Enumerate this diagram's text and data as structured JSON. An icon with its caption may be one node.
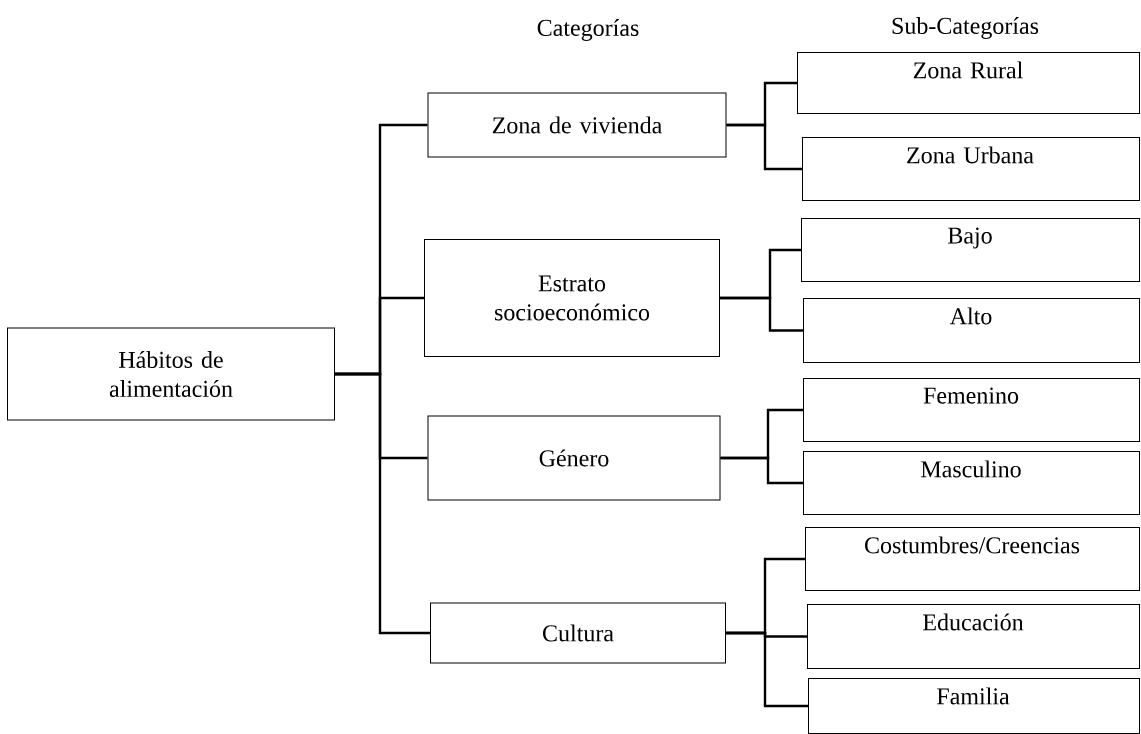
{
  "diagram": {
    "nodes": [
      {
        "text": [
          "Hábitos de alimentación"
        ]
      },
      {
        "text": [
          "Zona de vivienda"
        ]
      },
      {
        "text": [
          "Zona Rural"
        ]
      },
      {
        "text": [
          "Zona Urbana"
        ]
      },
      {
        "text": [
          "Estrato socioeconómico"
        ]
      },
      {
        "text": [
          "Bajo"
        ]
      },
      {
        "text": [
          "Alto"
        ]
      },
      {
        "text": [
          "Género"
        ]
      },
      {
        "text": [
          "Femenino"
        ]
      },
      {
        "text": [
          "Masculino"
        ]
      },
      {
        "text": [
          "Cultura"
        ]
      },
      {
        "text": [
          "Costumbres/Creencias"
        ]
      },
      {
        "text": [
          "Educación"
        ]
      },
      {
        "text": [
          "Familia"
        ]
      }
    ],
    "edges": [
      {
        "from": 0,
        "to": 1,
        "arrow": "none"
      },
      {
        "from": 0,
        "to": 4,
        "arrow": "none"
      },
      {
        "from": 0,
        "to": 7,
        "arrow": "none"
      },
      {
        "from": 0,
        "to": 10,
        "arrow": "none"
      },
      {
        "from": 1,
        "to": 2,
        "arrow": "none"
      },
      {
        "from": 1,
        "to": 3,
        "arrow": "none"
      },
      {
        "from": 4,
        "to": 5,
        "arrow": "none"
      },
      {
        "from": 4,
        "to": 6,
        "arrow": "none"
      },
      {
        "from": 7,
        "to": 8,
        "arrow": "none"
      },
      {
        "from": 7,
        "to": 9,
        "arrow": "none"
      },
      {
        "from": 10,
        "to": 11,
        "arrow": "none"
      },
      {
        "from": 10,
        "to": 12,
        "arrow": "none"
      },
      {
        "from": 10,
        "to": 13,
        "arrow": "none"
      }
    ],
    "labels": [
      "Categorías",
      "Sub-Categorías"
    ]
  }
}
